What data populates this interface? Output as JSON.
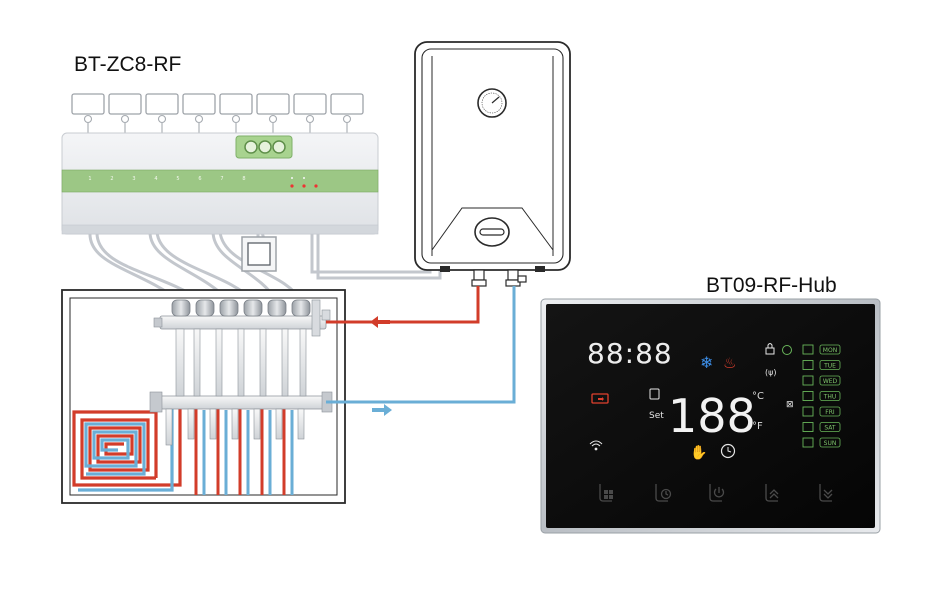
{
  "labels": {
    "controller": "BT-ZC8-RF",
    "hub": "BT09-RF-Hub"
  },
  "controller": {
    "terminal_numbers": [
      "1",
      "2",
      "3",
      "4",
      "5",
      "6",
      "7",
      "8"
    ]
  },
  "thermostat": {
    "clock_digits": "88:88",
    "temp_digits": "188",
    "set_label": "Set",
    "unit_c": "°C",
    "unit_f": "°F",
    "days": [
      "MON",
      "TUE",
      "WED",
      "THU",
      "FRI",
      "SAT",
      "SUN"
    ]
  },
  "pipe_colors": {
    "hot": "#d23c2a",
    "cold": "#6aaed6",
    "cable": "#c8ccd3",
    "accent_green": "#7fb06a"
  },
  "icons": [
    "snowflake-icon",
    "flame-icon",
    "lock-icon",
    "leaf-icon",
    "wifi-icon",
    "signal-icon",
    "clock-icon",
    "hand-icon",
    "menu-button-icon",
    "schedule-button-icon",
    "power-button-icon",
    "up-button-icon",
    "down-button-icon"
  ]
}
